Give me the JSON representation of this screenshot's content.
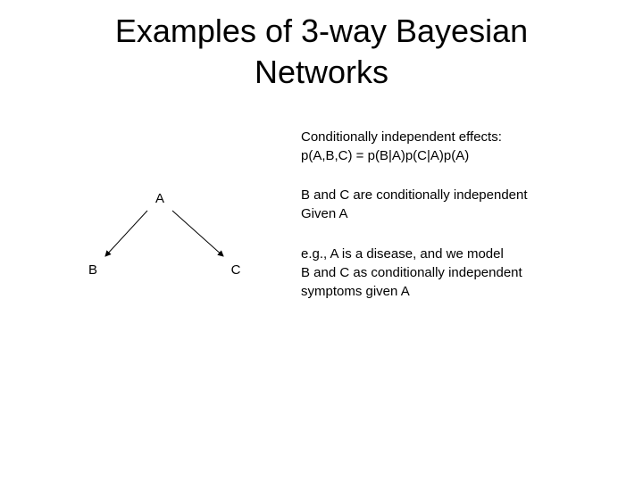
{
  "slide": {
    "title_lines": [
      "Examples of 3-way Bayesian",
      "Networks"
    ]
  },
  "diagram": {
    "nodes": [
      {
        "id": "A",
        "label": "A"
      },
      {
        "id": "B",
        "label": "B"
      },
      {
        "id": "C",
        "label": "C"
      }
    ],
    "edges": [
      {
        "from": "A",
        "to": "B"
      },
      {
        "from": "A",
        "to": "C"
      }
    ]
  },
  "text_blocks": [
    {
      "lines": [
        "Conditionally independent effects:",
        "p(A,B,C) = p(B|A)p(C|A)p(A)"
      ]
    },
    {
      "lines": [
        "B and C are conditionally independent",
        "Given A"
      ]
    },
    {
      "lines": [
        "e.g., A is a disease, and we model",
        "B and C as conditionally independent",
        "symptoms given A"
      ]
    }
  ]
}
